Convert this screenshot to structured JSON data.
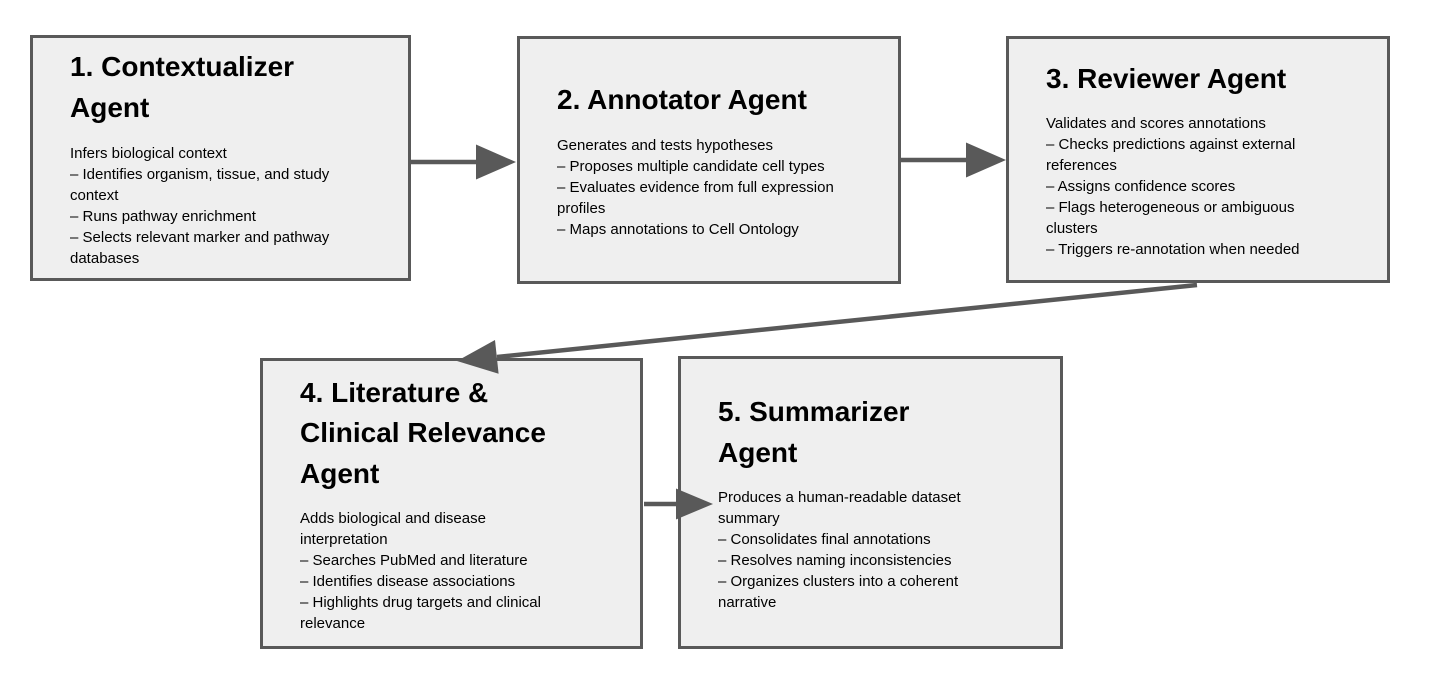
{
  "theme": {
    "page_bg": "#ffffff",
    "box_fill": "#efefef",
    "box_border": "#595959",
    "arrow_color": "#595959",
    "title_color": "#000000",
    "body_color": "#000000"
  },
  "diagram": {
    "type": "flowchart",
    "steps": [
      {
        "id": "1",
        "title": "1. Contextualizer\nAgent",
        "body": "Infers biological context\n– Identifies organism, tissue, and study\ncontext\n– Runs pathway enrichment\n– Selects relevant marker and pathway\ndatabases"
      },
      {
        "id": "2",
        "title": "2. Annotator Agent",
        "body": "Generates and tests hypotheses\n– Proposes multiple candidate cell types\n– Evaluates evidence from full expression\nprofiles\n– Maps annotations to Cell Ontology"
      },
      {
        "id": "3",
        "title": "3. Reviewer Agent",
        "body": "Validates and scores annotations\n– Checks predictions against external\nreferences\n– Assigns confidence scores\n– Flags heterogeneous or ambiguous\nclusters\n– Triggers re-annotation when needed"
      },
      {
        "id": "4",
        "title": "4. Literature &\nClinical Relevance\nAgent",
        "body": "Adds biological and disease\ninterpretation\n– Searches PubMed and literature\n– Identifies disease associations\n– Highlights drug targets and clinical\nrelevance"
      },
      {
        "id": "5",
        "title": "5. Summarizer\nAgent",
        "body": "Produces a human-readable dataset\nsummary\n– Consolidates final annotations\n– Resolves naming inconsistencies\n– Organizes clusters into a coherent\nnarrative"
      }
    ],
    "connections": [
      {
        "from": "1. Contextualizer Agent",
        "to": "2. Annotator Agent"
      },
      {
        "from": "2. Annotator Agent",
        "to": "3. Reviewer Agent"
      },
      {
        "from": "3. Reviewer Agent",
        "to": "4. Literature & Clinical Relevance Agent"
      },
      {
        "from": "4. Literature & Clinical Relevance Agent",
        "to": "5. Summarizer Agent"
      }
    ]
  }
}
